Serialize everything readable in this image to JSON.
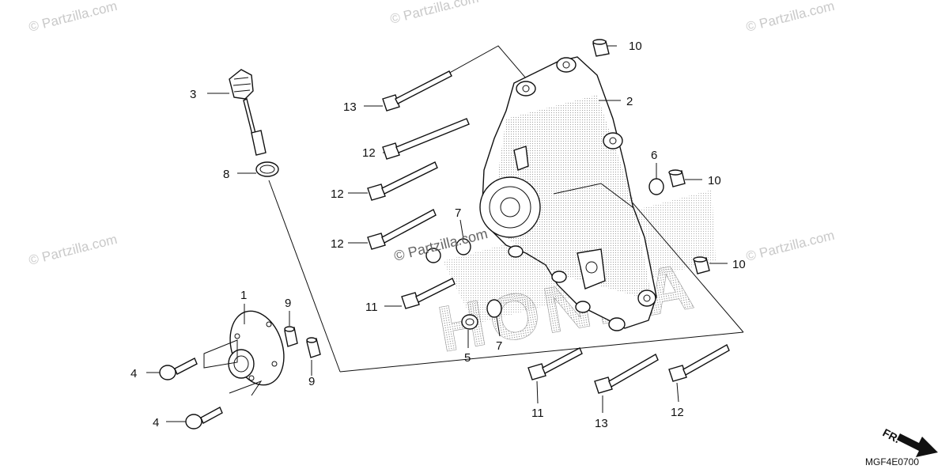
{
  "watermark": "© Partzilla.com",
  "watermark_center": "© Partzilla.com",
  "diagram_code": "MGF4E0700",
  "arrow_label": "FR.",
  "brand_mark": "HONDA",
  "callouts": {
    "c10a": "10",
    "c2": "2",
    "c13a": "13",
    "c3": "3",
    "c12a": "12",
    "c12b": "12",
    "c8": "8",
    "c6": "6",
    "c10b": "10",
    "c7a": "7",
    "c12c": "12",
    "c10c": "10",
    "c1": "1",
    "c11a": "11",
    "c9a": "9",
    "c5": "5",
    "c7b": "7",
    "c4a": "4",
    "c9b": "9",
    "c11b": "11",
    "c13b": "13",
    "c12d": "12",
    "c4b": "4"
  }
}
